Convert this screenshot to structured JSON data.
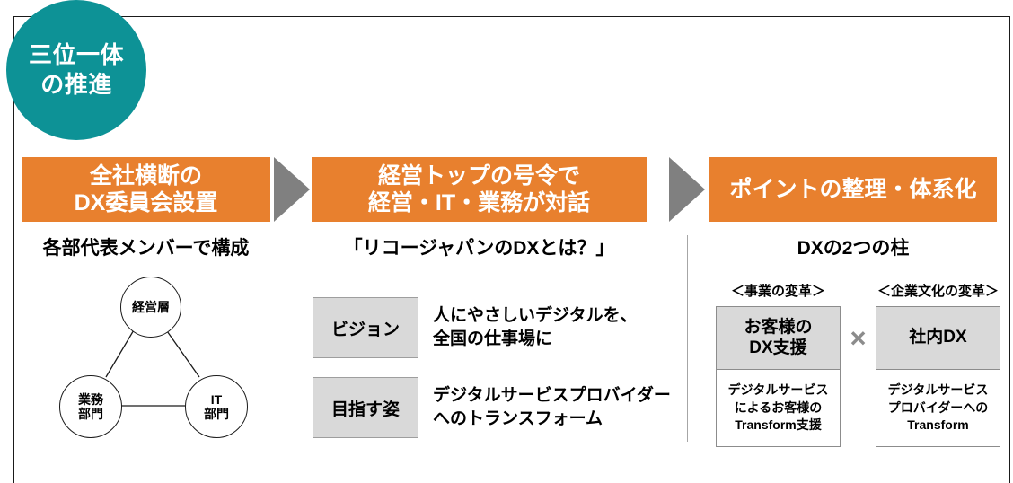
{
  "badge": {
    "line1": "三位一体",
    "line2": "の推進"
  },
  "colors": {
    "teal": "#0d9296",
    "orange": "#e8802e",
    "arrow_gray": "#808080",
    "box_gray": "#d9d9d9",
    "frame": "#1a1a1a"
  },
  "columns": [
    {
      "header": {
        "line1": "全社横断の",
        "line2": "DX委員会設置"
      },
      "subtitle": "各部代表メンバーで構成",
      "triangle": {
        "top": {
          "line1": "経営層"
        },
        "left": {
          "line1": "業務",
          "line2": "部門"
        },
        "right": {
          "line1": "IT",
          "line2": "部門"
        }
      }
    },
    {
      "header": {
        "line1": "経営トップの号令で",
        "line2": "経営・IT・業務が対話"
      },
      "subtitle": "「リコージャパンのDXとは？」",
      "rows": [
        {
          "tag": "ビジョン",
          "text": "人にやさしいデジタルを、\n全国の仕事場に"
        },
        {
          "tag": "目指す姿",
          "text": "デジタルサービスプロバイダー\nへのトランスフォーム"
        }
      ]
    },
    {
      "header": {
        "line1": "ポイントの整理・体系化"
      },
      "subtitle": "DXの2つの柱",
      "operator": "×",
      "pillars": [
        {
          "caption": "＜事業の変革＞",
          "title": "お客様の\nDX支援",
          "detail": "デジタルサービス\nによるお客様の\nTransform支援"
        },
        {
          "caption": "＜企業文化の変革＞",
          "title": "社内DX",
          "detail": "デジタルサービス\nプロバイダーへの\nTransform"
        }
      ]
    }
  ]
}
